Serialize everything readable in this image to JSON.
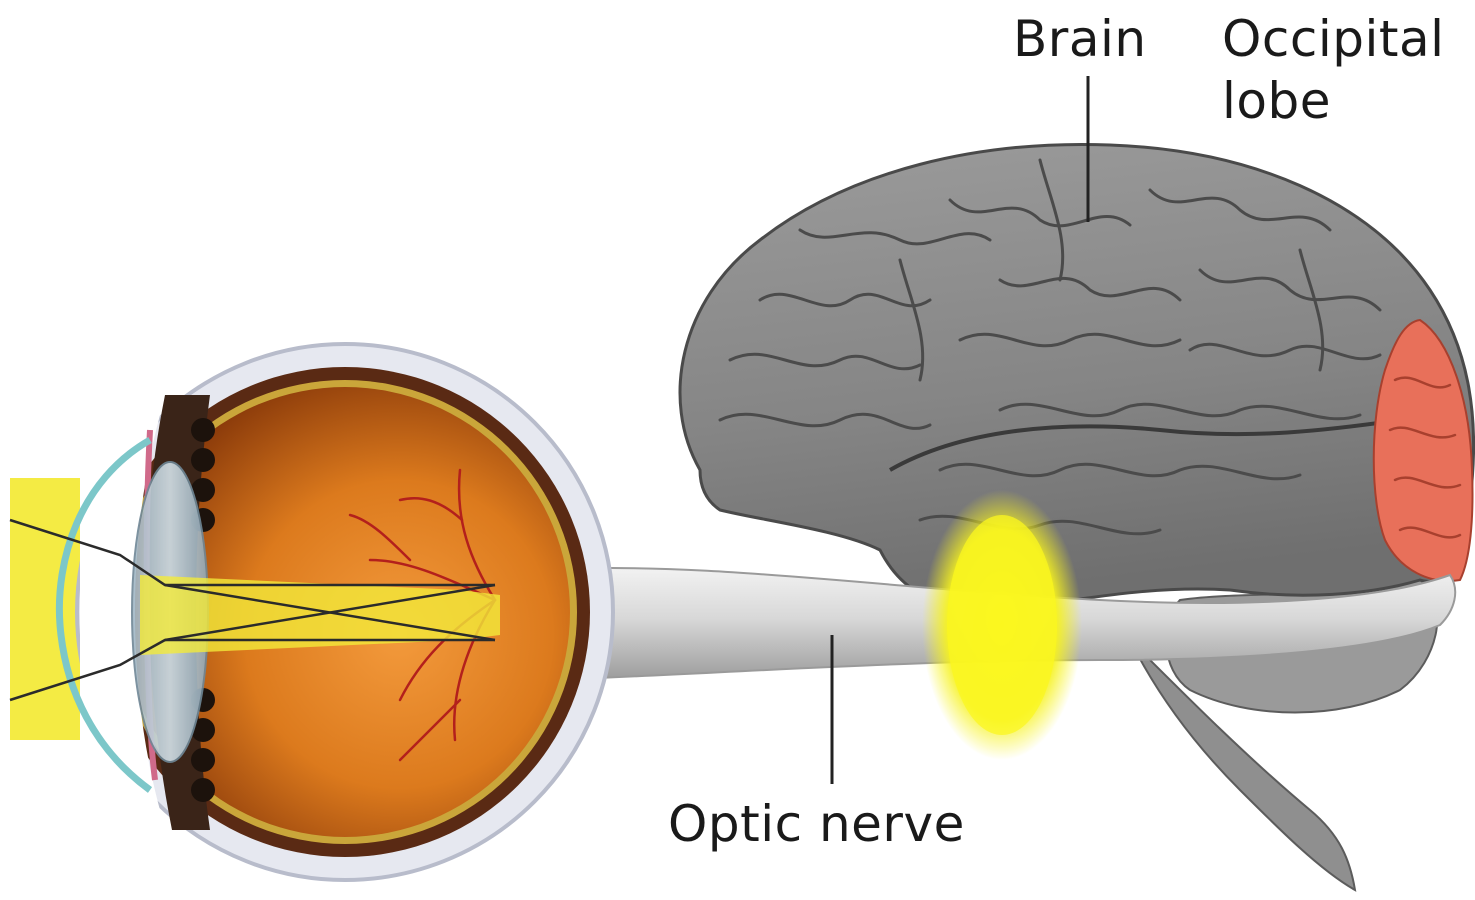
{
  "labels": {
    "brain": "Brain",
    "occipital_lobe": "Occipital\nlobe",
    "optic_nerve": "Optic nerve"
  },
  "colors": {
    "background": "#ffffff",
    "brain_gray": "#8c8c8c",
    "occipital_highlight": "#e8705a",
    "eye_interior": "#d9771c",
    "light_beam": "#f3ea3a",
    "optic_nerve": "#d9d9d9",
    "signal_glow": "#f6f21e",
    "leader_line": "#222222"
  }
}
